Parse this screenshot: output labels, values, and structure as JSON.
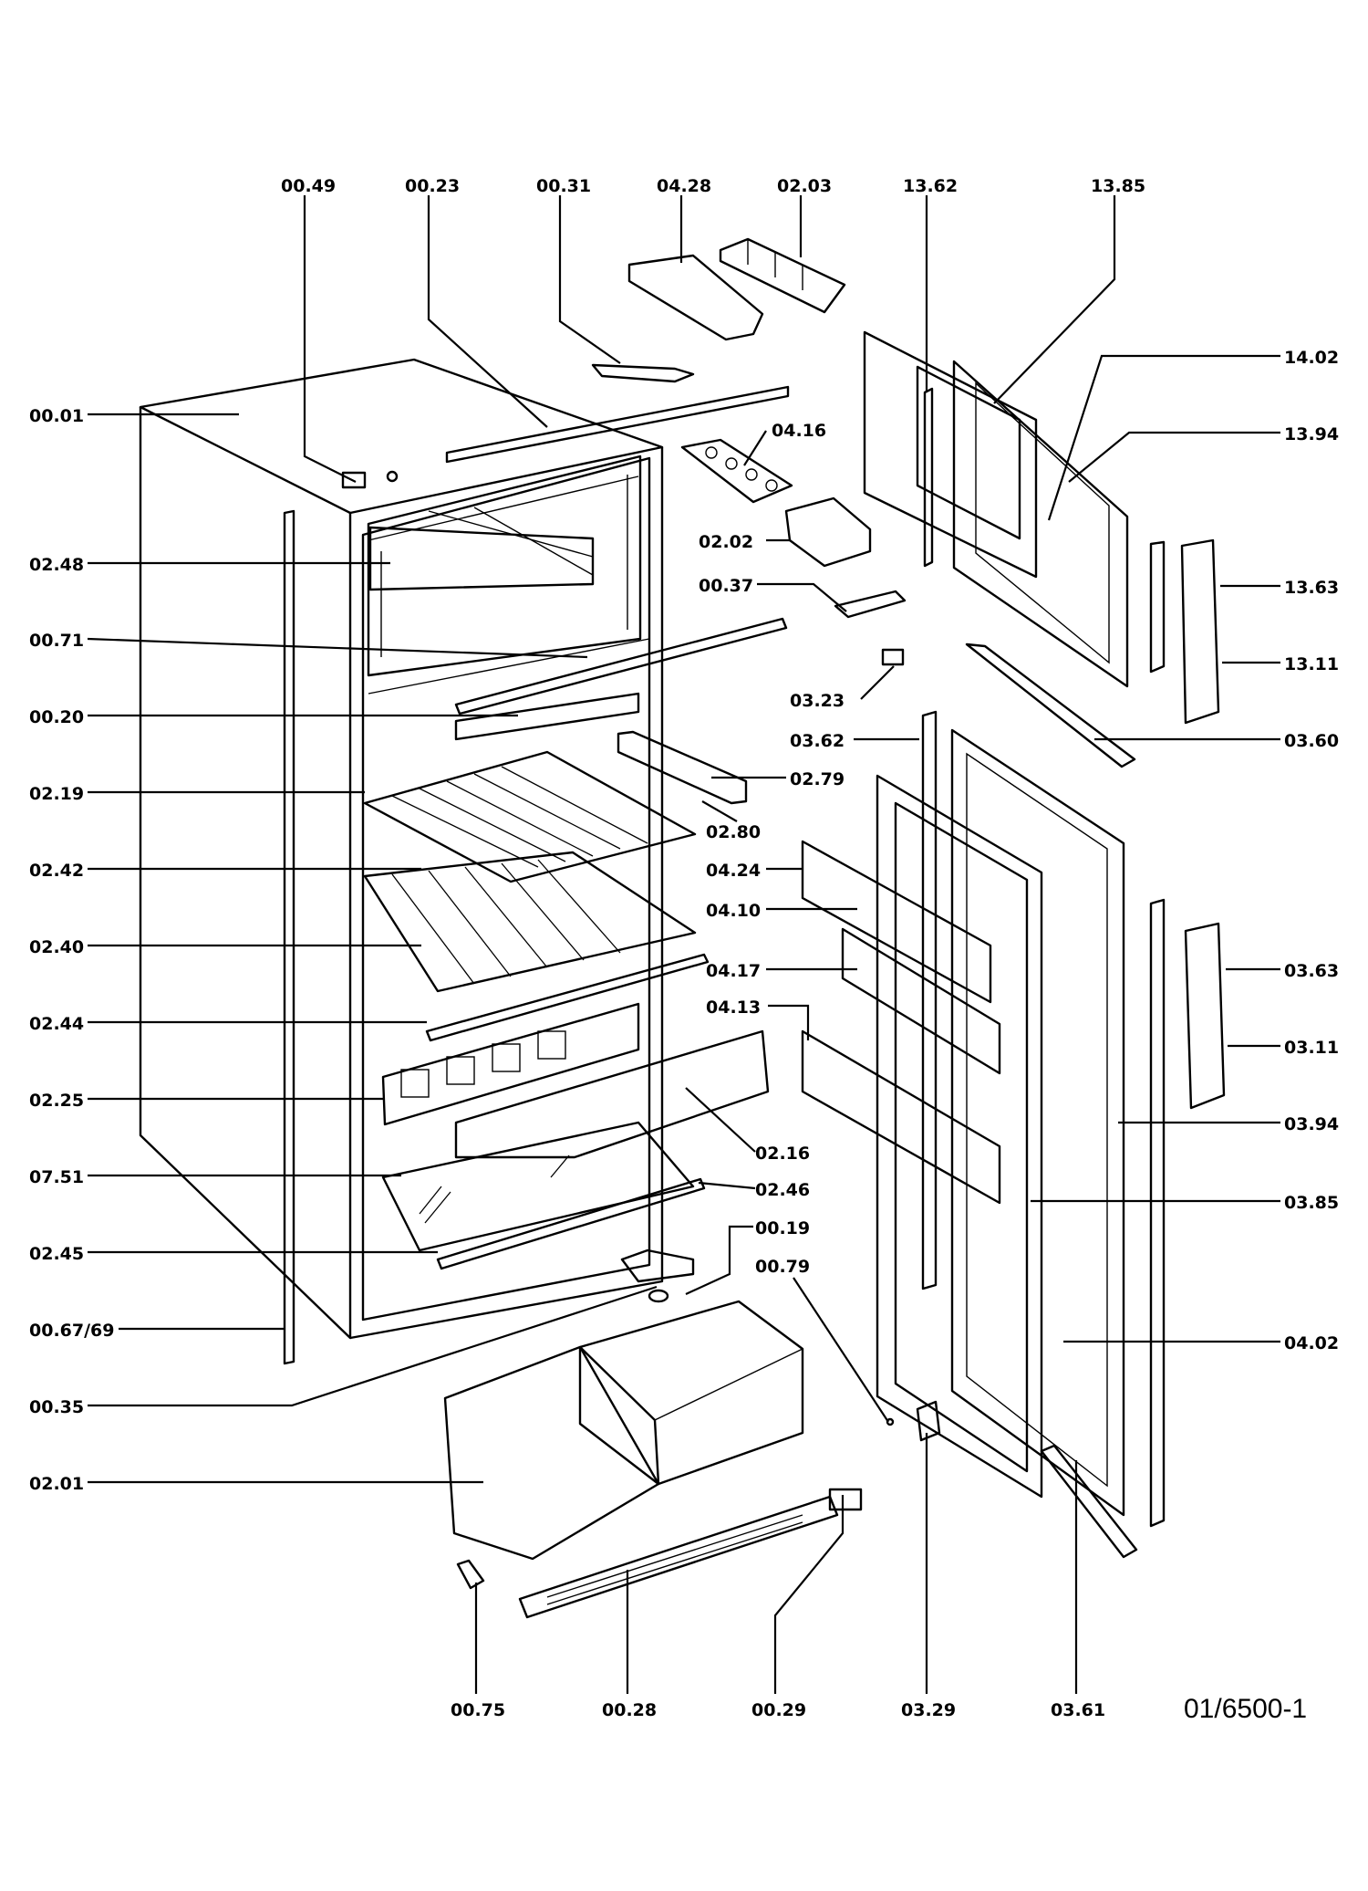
{
  "doc_id": "01/6500-1",
  "labels": {
    "l_0049": "00.49",
    "l_0023": "00.23",
    "l_0031": "00.31",
    "l_0428": "04.28",
    "l_0203": "02.03",
    "l_1362": "13.62",
    "l_1385": "13.85",
    "l_1402": "14.02",
    "l_1394": "13.94",
    "l_1363": "13.63",
    "l_1311": "13.11",
    "l_0001": "00.01",
    "l_0416": "04.16",
    "l_0248": "02.48",
    "l_0202": "02.02",
    "l_0037": "00.37",
    "l_0071": "00.71",
    "l_0323": "03.23",
    "l_0020": "00.20",
    "l_0362": "03.62",
    "l_0360": "03.60",
    "l_0279": "02.79",
    "l_0219": "02.19",
    "l_0280": "02.80",
    "l_0424": "04.24",
    "l_0242": "02.42",
    "l_0410": "04.10",
    "l_0240": "02.40",
    "l_0417": "04.17",
    "l_0363": "03.63",
    "l_0244": "02.44",
    "l_0413": "04.13",
    "l_0311": "03.11",
    "l_0225": "02.25",
    "l_0394": "03.94",
    "l_0216": "02.16",
    "l_0751": "07.51",
    "l_0246": "02.46",
    "l_0385": "03.85",
    "l_0245": "02.45",
    "l_0019": "00.19",
    "l_0079": "00.79",
    "l_006769": "00.67/69",
    "l_0402": "04.02",
    "l_0035": "00.35",
    "l_0201": "02.01",
    "l_0075": "00.75",
    "l_0028": "00.28",
    "l_0029": "00.29",
    "l_0329": "03.29",
    "l_0361": "03.61"
  }
}
